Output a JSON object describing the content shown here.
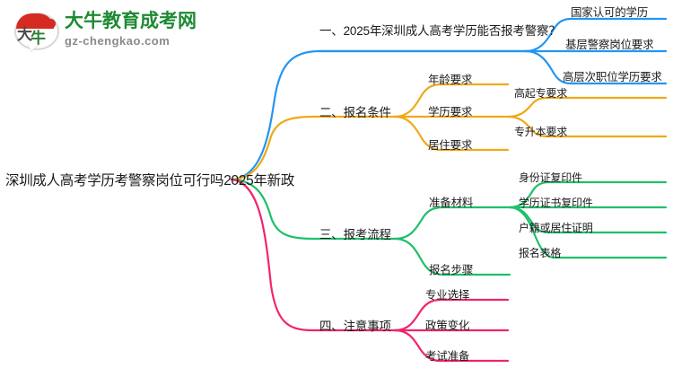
{
  "logo": {
    "name": "大牛教育成考网",
    "domain": "gz-chengkao.com",
    "mark_chars": [
      "大",
      "牛"
    ],
    "colors": {
      "title": "#1d8a33",
      "domain": "#8a8a8a",
      "mark_red": "#d42b23"
    }
  },
  "mindmap": {
    "root": {
      "label": "深圳成人高考学历考警察岗位可行吗2025年新政"
    },
    "branches": [
      {
        "label": "一、2025年深圳成人高考学历能否报考警察？",
        "color": "#2196f3",
        "children": [
          {
            "label": "国家认可的学历"
          },
          {
            "label": "基层警察岗位要求"
          },
          {
            "label": "高层次职位学历要求"
          }
        ]
      },
      {
        "label": "二、报名条件",
        "color": "#f0a818",
        "children": [
          {
            "label": "年龄要求"
          },
          {
            "label": "学历要求",
            "children": [
              {
                "label": "高起专要求"
              },
              {
                "label": "专升本要求"
              }
            ]
          },
          {
            "label": "居住要求"
          }
        ]
      },
      {
        "label": "三、报考流程",
        "color": "#1fc06a",
        "children": [
          {
            "label": "准备材料",
            "children": [
              {
                "label": "身份证复印件"
              },
              {
                "label": "学历证书复印件"
              },
              {
                "label": "户籍或居住证明"
              },
              {
                "label": "报名表格"
              }
            ]
          },
          {
            "label": "报名步骤"
          }
        ]
      },
      {
        "label": "四、注意事项",
        "color": "#f0246e",
        "children": [
          {
            "label": "专业选择"
          },
          {
            "label": "政策变化"
          },
          {
            "label": "考试准备"
          }
        ]
      }
    ]
  }
}
